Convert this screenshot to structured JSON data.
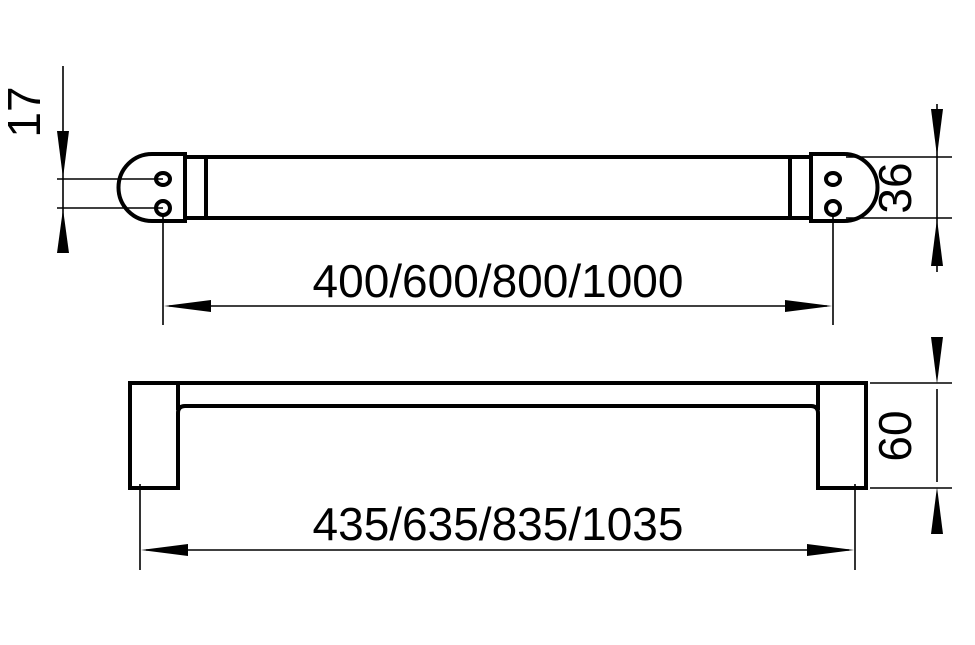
{
  "drawing": {
    "type": "technical-dimension-drawing",
    "subject": "towel-rail-bar",
    "background_color": "#ffffff",
    "line_color": "#000000",
    "views": [
      {
        "name": "top-view",
        "description": "plan view of rail tube with two rounded end caps each having two mounting screw holes"
      },
      {
        "name": "side-view",
        "description": "side elevation showing U-shaped bracket profile with two legs"
      }
    ],
    "dimensions": {
      "hole_spacing": {
        "label": "17",
        "rotated": true,
        "view": "top-view",
        "position": "left"
      },
      "tube_width": {
        "label": "36",
        "rotated": true,
        "view": "top-view",
        "position": "right"
      },
      "rail_length": {
        "label": "400/600/800/1000",
        "rotated": false,
        "view": "top-view",
        "position": "below"
      },
      "bracket_depth": {
        "label": "60",
        "rotated": true,
        "view": "side-view",
        "position": "right"
      },
      "overall_length": {
        "label": "435/635/835/1035",
        "rotated": false,
        "view": "side-view",
        "position": "below"
      }
    }
  }
}
